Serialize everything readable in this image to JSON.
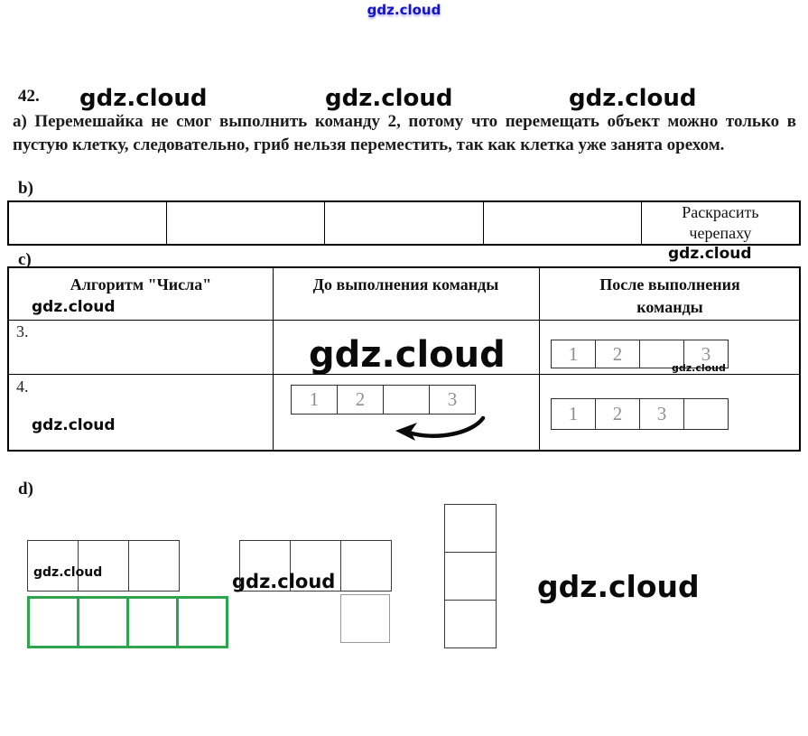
{
  "brand": {
    "name": "gdz.cloud"
  },
  "colors": {
    "watermark_blue": "#1411cf",
    "grid_green": "#2fa44f"
  },
  "exercise": {
    "number": "42.",
    "a": {
      "label": "a)",
      "text": "Перемешайка не смог выполнить команду 2, потому что перемещать объект можно только в пустую клетку, следовательно, гриб нельзя переместить, так как клетка уже занята орехом."
    },
    "b": {
      "label": "b)",
      "cells": [
        "",
        "",
        "",
        "",
        "Раскрасить черепаху"
      ],
      "last_cell": "Раскрасить черепаху"
    },
    "c": {
      "label": "c)",
      "col1_header": "Алгоритм \"Числа\"",
      "col2_header": "До выполнения команды",
      "col3_header": "После выполнения команды",
      "row3_label": "3.",
      "row4_label": "4.",
      "row3_after": [
        "1",
        "2",
        "",
        "3"
      ],
      "row4_before": [
        "1",
        "2",
        "",
        "3"
      ],
      "row4_after": [
        "1",
        "2",
        "3",
        ""
      ]
    },
    "d": {
      "label": "d)"
    }
  }
}
